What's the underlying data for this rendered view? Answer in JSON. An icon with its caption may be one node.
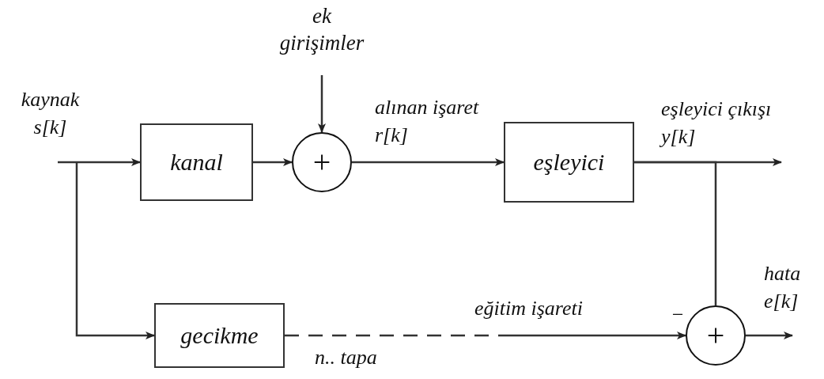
{
  "diagram": {
    "nodes": [
      {
        "text": [
          "kanal"
        ]
      },
      {
        "text": [
          "+"
        ]
      },
      {
        "text": [
          "eşleyici"
        ]
      },
      {
        "text": [
          "gecikme"
        ]
      },
      {
        "text": [
          "+"
        ]
      },
      {
        "text": [
          "ek girişimler"
        ]
      }
    ],
    "edges": [
      {
        "from": null,
        "to": 0,
        "arrow": "to",
        "label": "kaynak s[k]"
      },
      {
        "from": null,
        "to": 3,
        "arrow": "to"
      },
      {
        "from": 0,
        "to": 1,
        "arrow": "to"
      },
      {
        "from": 5,
        "to": 1,
        "arrow": "to"
      },
      {
        "from": 1,
        "to": 2,
        "arrow": "to",
        "label": "alınan işaret r[k]"
      },
      {
        "from": 2,
        "to": null,
        "arrow": "to",
        "label": "eşleyici çıkışı y[k]"
      },
      {
        "from": 2,
        "to": 4,
        "arrow": "none"
      },
      {
        "from": 3,
        "to": 4,
        "arrow": "to",
        "label": "eğitim işareti",
        "style": "dashed"
      },
      {
        "from": 4,
        "to": null,
        "arrow": "to",
        "label": "hata e[k]"
      }
    ],
    "labels": [
      "n.. tapa",
      "−"
    ]
  }
}
